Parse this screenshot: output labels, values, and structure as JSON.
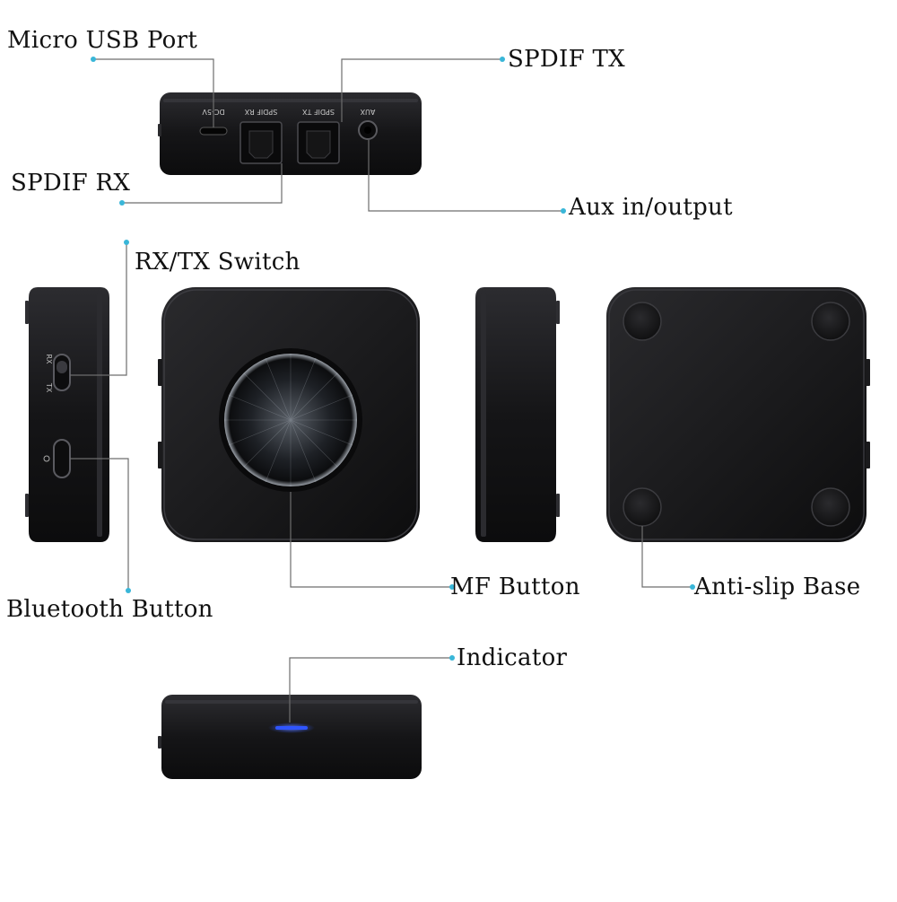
{
  "callouts": {
    "micro_usb": "Micro USB Port",
    "spdif_tx": "SPDIF TX",
    "spdif_rx": "SPDIF RX",
    "aux": "Aux in/output",
    "rxtx_switch": "RX/TX Switch",
    "mf_button": "MF Button",
    "bluetooth_button": "Bluetooth Button",
    "anti_slip": "Anti-slip Base",
    "indicator": "Indicator"
  },
  "port_labels": {
    "dc5v": "DC-5V",
    "spdif_rx": "SPDIF RX",
    "spdif_tx": "SPDIF TX",
    "aux": "AUX"
  },
  "switch_labels": {
    "rx": "RX",
    "tx": "TX"
  },
  "colors": {
    "device": "#1b1b1d",
    "device_edge": "#3a3a3e",
    "leader_line": "#6d6d6d",
    "leader_dot": "#39b6d8",
    "indicator_led": "#2f55ff"
  }
}
